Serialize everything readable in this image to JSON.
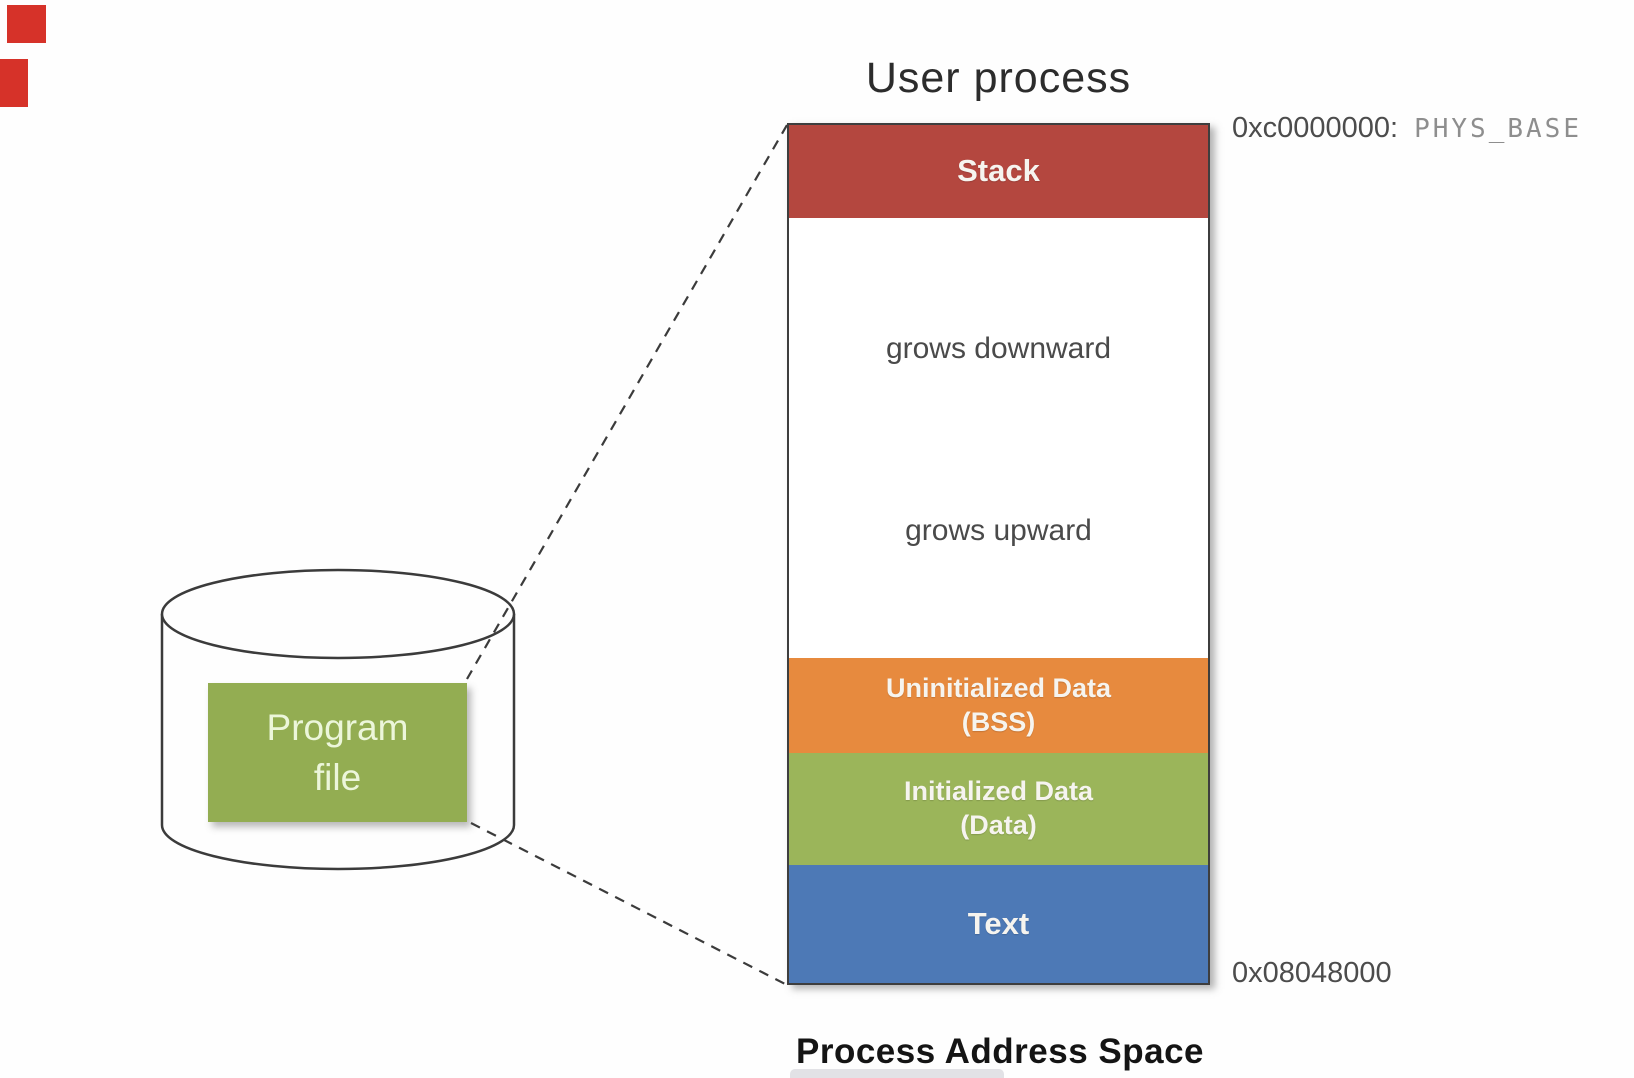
{
  "diagram": {
    "title": "User process",
    "caption": "Process Address Space",
    "address_top": "0xc0000000:",
    "address_top_symbol": "PHYS_BASE",
    "address_bottom": "0x08048000",
    "annotations": {
      "grows_down": "grows downward",
      "grows_up": "grows upward"
    },
    "blocks": {
      "stack": {
        "label": "Stack"
      },
      "bss": {
        "label": "Uninitialized Data",
        "sublabel": "(BSS)"
      },
      "data": {
        "label": "Initialized Data",
        "sublabel": "(Data)"
      },
      "text": {
        "label": "Text"
      }
    }
  },
  "disk": {
    "label_line1": "Program",
    "label_line2": "file"
  },
  "colors": {
    "stack-red": "#b4473f",
    "bss-orange": "#e78a3e",
    "data-green": "#9bb55a",
    "text-blue": "#4d79b6",
    "file-green": "#93ad52",
    "marker-red": "#d63229",
    "outline-dark": "#3e3e3e",
    "label-white": "#f6f4ef"
  }
}
